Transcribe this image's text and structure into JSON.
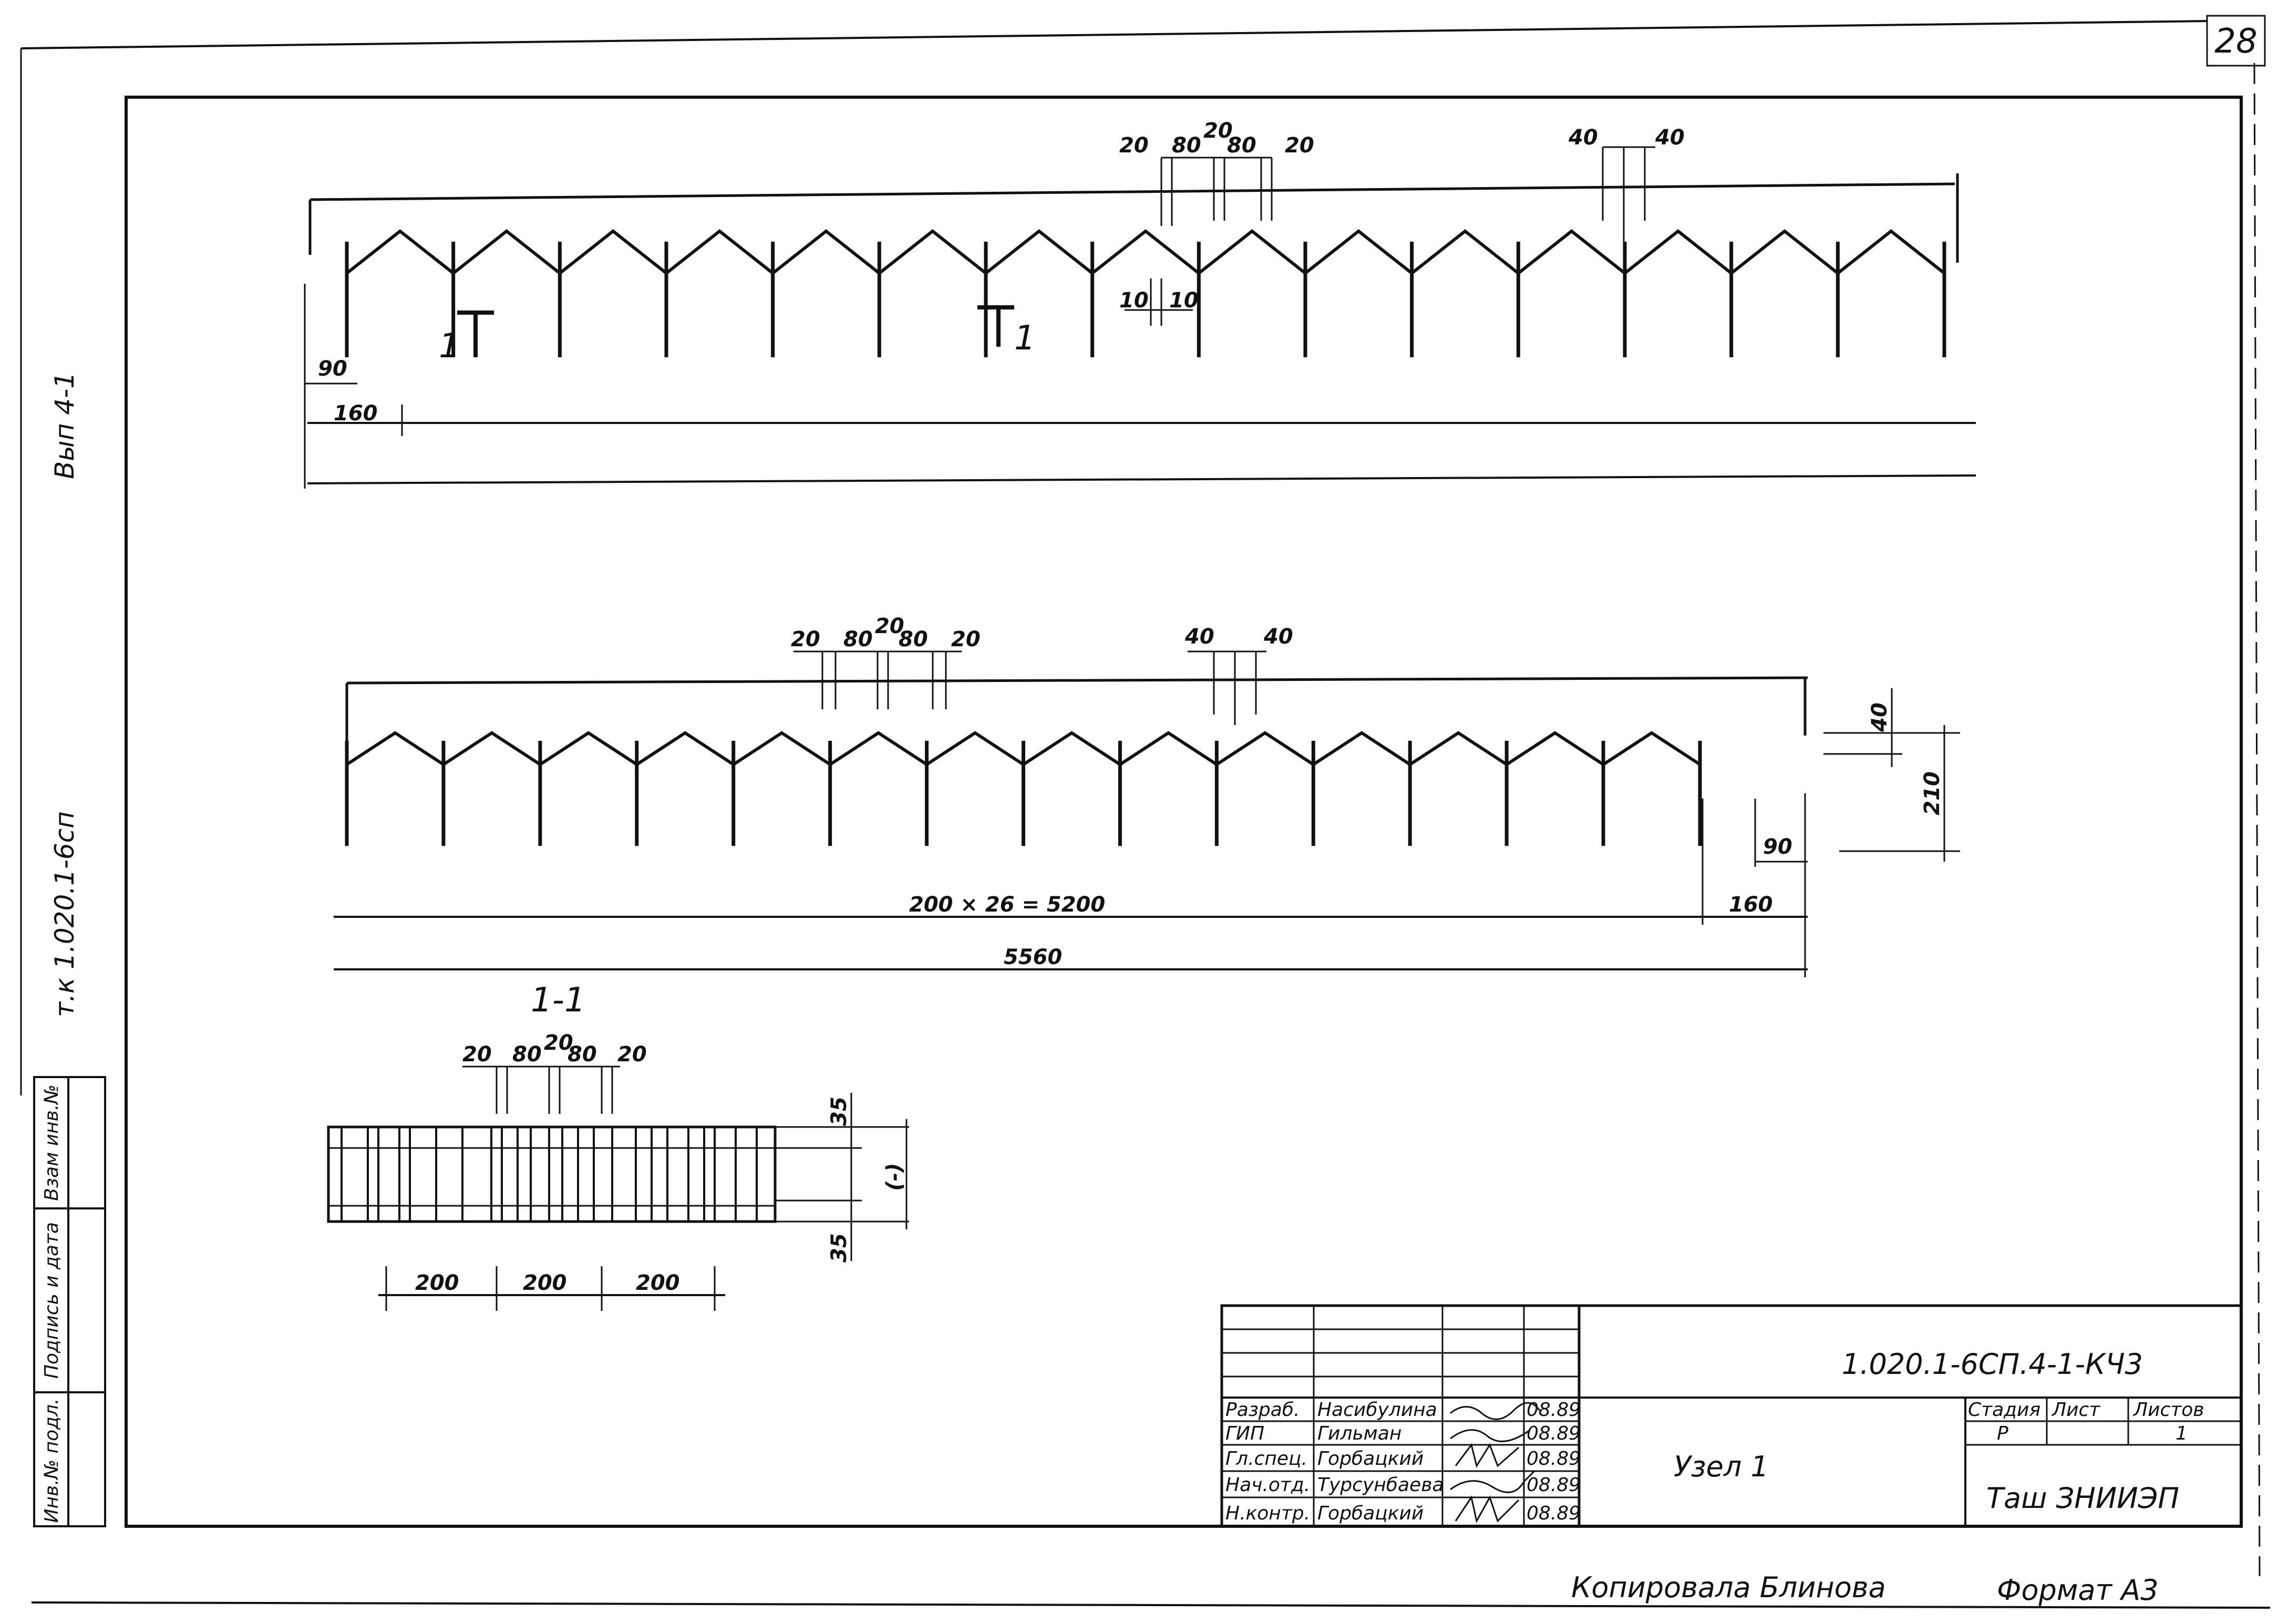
{
  "sheet": {
    "sheet_number": "28",
    "copied_by": "Копировала Блинова",
    "format": "Формат А3"
  },
  "left_margin": {
    "issue": "Вып 4-1",
    "series": "т.к 1.020.1-6сп",
    "stamp_cells": [
      "Инв.№ подл.",
      "Подпись и дата",
      "Взам инв.№"
    ]
  },
  "view_top": {
    "dims_top": [
      "20",
      "80",
      "20",
      "80",
      "20"
    ],
    "dims_right": [
      "40",
      "40"
    ],
    "dims_mid": [
      "10",
      "10"
    ],
    "dim_90": "90",
    "dim_160": "160",
    "section_mark_left": "1",
    "section_mark_right": "1"
  },
  "view_middle": {
    "dims_top": [
      "20",
      "80",
      "20",
      "80",
      "20"
    ],
    "dims_right": [
      "40",
      "40"
    ],
    "dim_40": "40",
    "dim_210": "210",
    "dim_90": "90",
    "dim_160": "160",
    "dim_chain": "200 × 26 = 5200",
    "dim_total": "5560"
  },
  "section": {
    "label": "1-1",
    "dims_top": [
      "20",
      "80",
      "20",
      "80",
      "20"
    ],
    "dim_35_top": "35",
    "dim_35_bottom": "35",
    "dim_side": "(-)",
    "dims_bottom": [
      "200",
      "200",
      "200"
    ]
  },
  "title_block": {
    "code": "1.020.1-6СП.4-1-КЧ3",
    "title": "Узел 1",
    "org": "Таш ЗНИИЭП",
    "headers": [
      "Стадия",
      "Лист",
      "Листов"
    ],
    "values": [
      "Р",
      "",
      "1"
    ],
    "rows": [
      {
        "role": "Разраб.",
        "name": "Насибулина",
        "date": "08.89"
      },
      {
        "role": "ГИП",
        "name": "Гильман",
        "date": "08.89"
      },
      {
        "role": "Гл.спец.",
        "name": "Горбацкий",
        "date": "08.89"
      },
      {
        "role": "Нач.отд.",
        "name": "Турсунбаева",
        "date": "08.89"
      },
      {
        "role": "Н.контр.",
        "name": "Горбацкий",
        "date": "08.89"
      }
    ]
  }
}
